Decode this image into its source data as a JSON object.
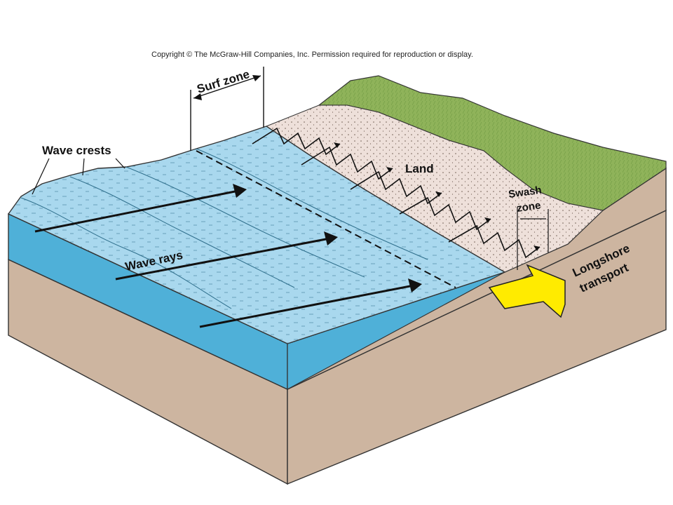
{
  "copyright": "Copyright © The McGraw-Hill Companies, Inc. Permission required for reproduction or display.",
  "labels": {
    "surf_zone": "Surf zone",
    "wave_crests": "Wave crests",
    "land": "Land",
    "swash_zone_line1": "Swash",
    "swash_zone_line2": "zone",
    "wave_rays": "Wave rays",
    "longshore_line1": "Longshore",
    "longshore_line2": "transport"
  },
  "colors": {
    "water_top": "#a9d8ee",
    "water_side": "#4fb0d8",
    "sediment": "#cdb5a0",
    "sand": "#eee0da",
    "grass": "#8fb35a",
    "arrow_yellow": "#ffeb00"
  }
}
